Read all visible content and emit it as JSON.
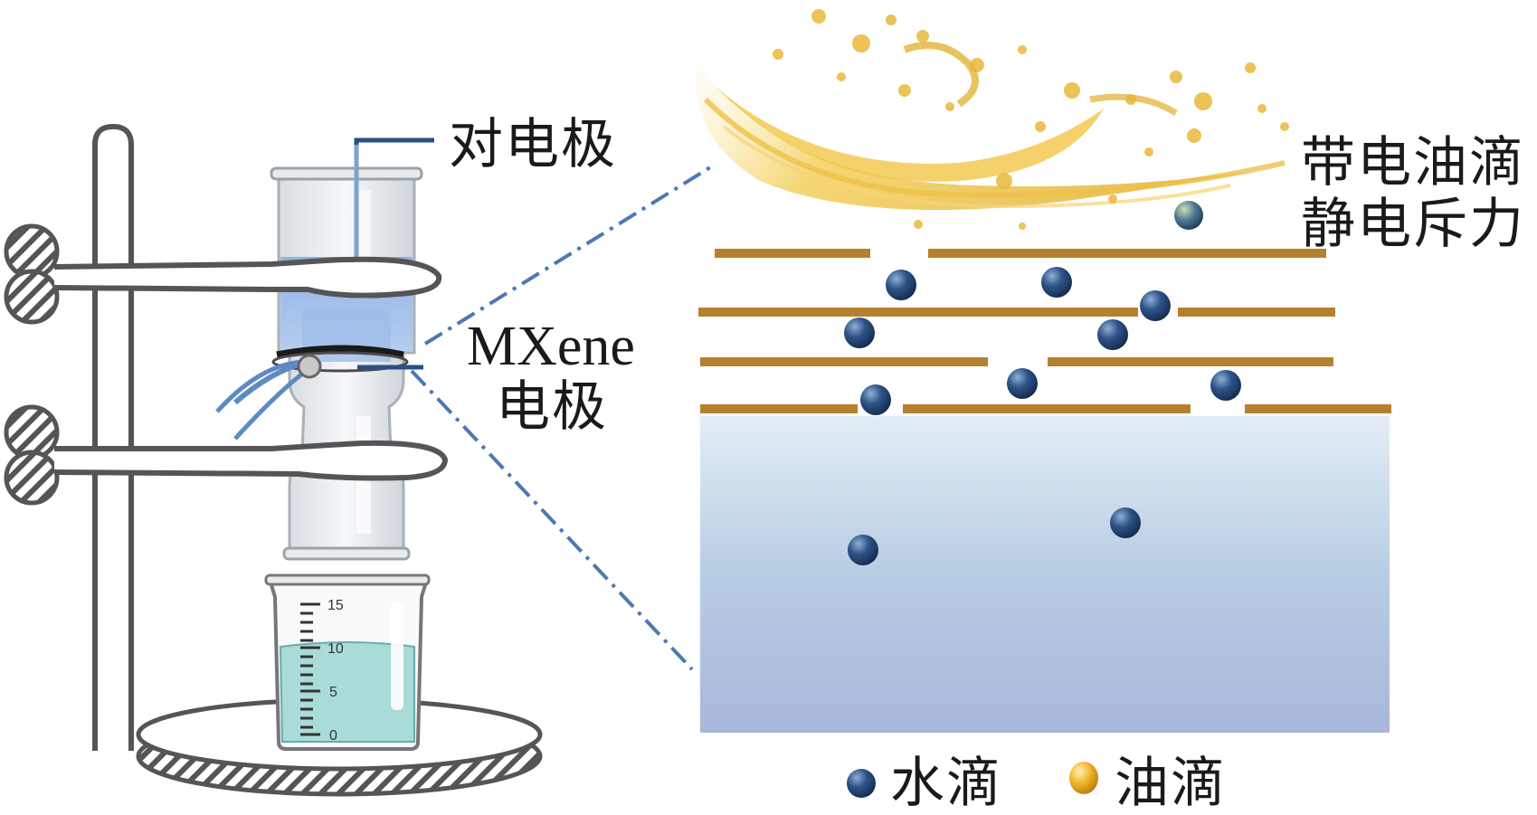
{
  "labels": {
    "counter_electrode": "对电极",
    "mxene_line1": "MXene",
    "mxene_line2": "电极",
    "charged_oil_line1": "带电油滴",
    "charged_oil_line2": "静电斥力"
  },
  "beaker": {
    "ticks": [
      "15",
      "10",
      "5",
      "0"
    ]
  },
  "legend": {
    "water": "水滴",
    "oil": "油滴"
  },
  "colors": {
    "layer": "#b5812e",
    "water_drop": "#2b4a7a",
    "oil": "#e9b93a",
    "callout": "#4d79b3",
    "stand": "#5a5a5a"
  }
}
